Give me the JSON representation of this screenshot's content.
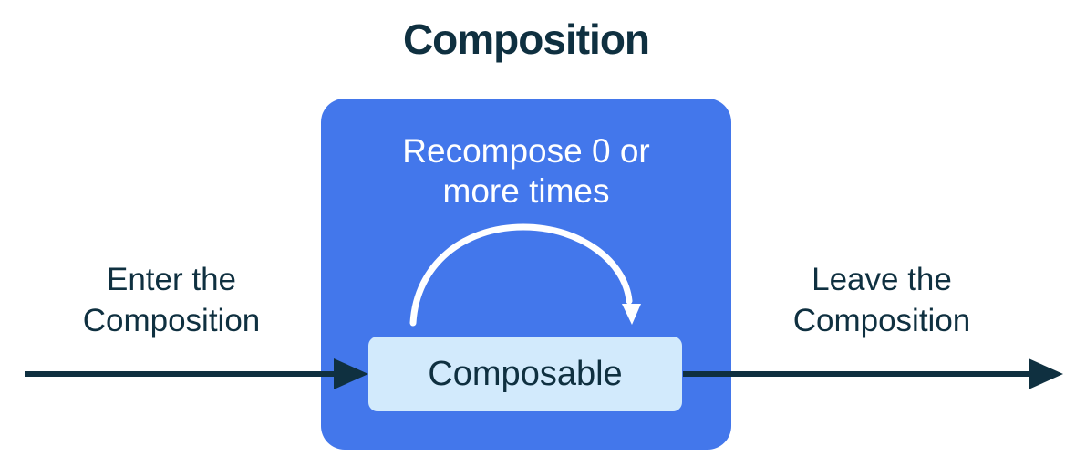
{
  "title": "Composition",
  "colors": {
    "background": "#FFFFFF",
    "blue": "#4377EB",
    "light_blue": "#D2EAFC",
    "ink": "#0F3040",
    "white": "#FFFFFF"
  },
  "composition": {
    "recompose_label": "Recompose 0 or\nmore times",
    "composable_label": "Composable"
  },
  "flow": {
    "enter_label": "Enter the\nComposition",
    "leave_label": "Leave the\nComposition"
  },
  "icons": {
    "enter_arrow": "right-arrow",
    "leave_arrow": "right-arrow",
    "recompose_arc": "clockwise-curved-arrow"
  }
}
